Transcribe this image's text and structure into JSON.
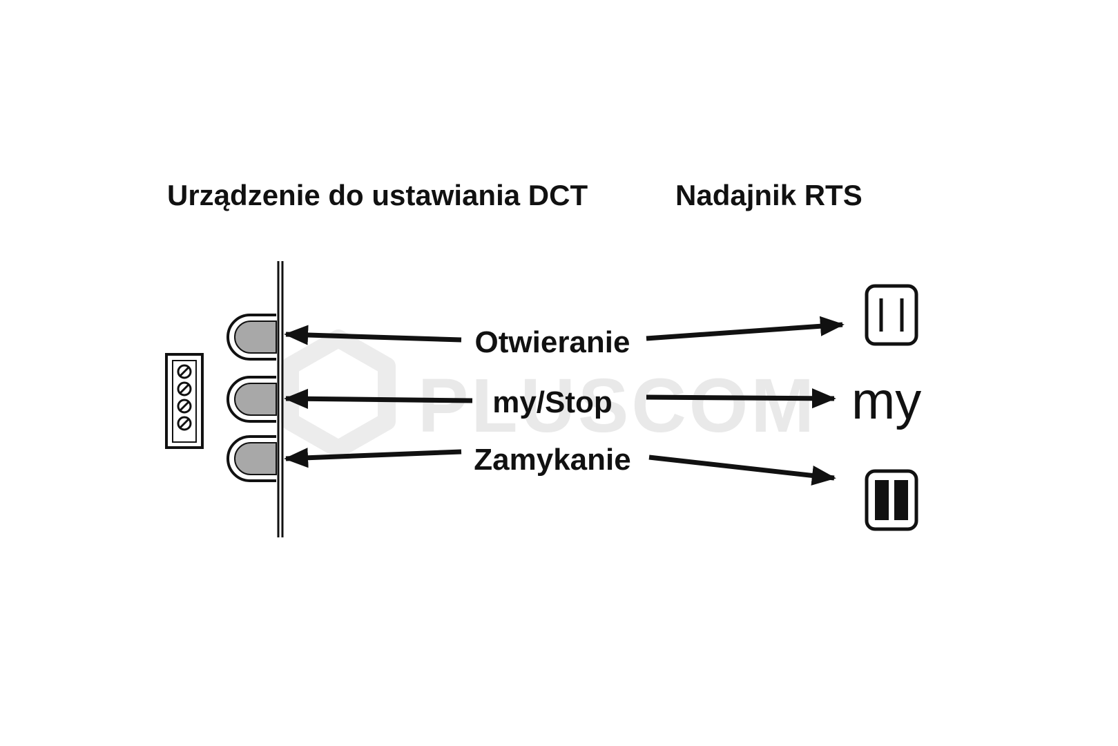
{
  "diagram": {
    "left_title": "Urządzenie do ustawiania DCT",
    "right_title": "Nadajnik RTS",
    "labels": {
      "open": "Otwieranie",
      "stop": "my/Stop",
      "close": "Zamykanie"
    },
    "remote_my_label": "my",
    "watermark": "PLUSCOM"
  },
  "colors": {
    "ink": "#111111",
    "button_fill": "#a8a8a8",
    "watermark": "#e9e9e9",
    "background": "#ffffff"
  },
  "icons": [
    "terminal-block-icon",
    "up-button-icon",
    "down-button-icon",
    "arrow-icon",
    "hexagon-watermark-icon"
  ]
}
